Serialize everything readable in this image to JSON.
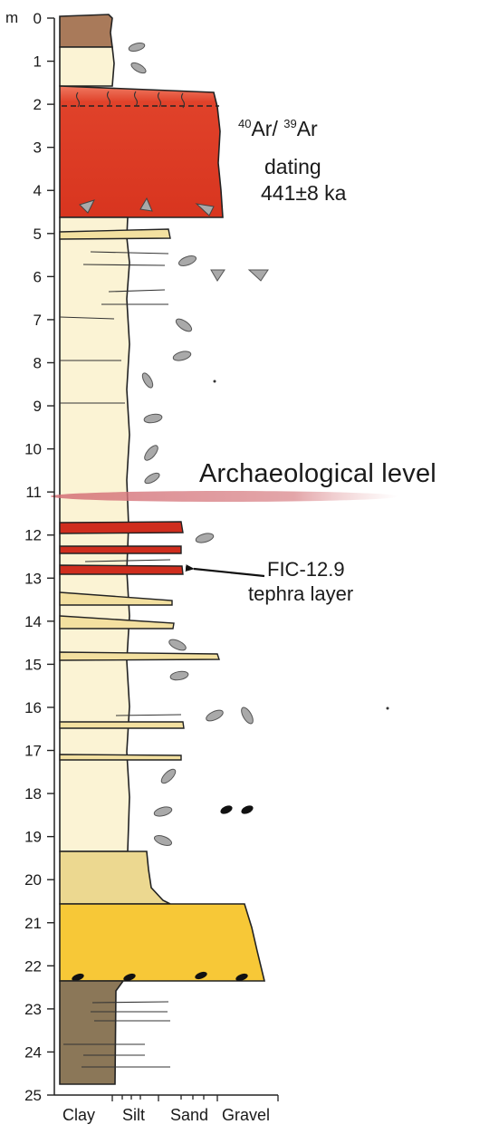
{
  "column": {
    "depth_unit": "m",
    "depth_ticks": [
      "0",
      "1",
      "2",
      "3",
      "4",
      "5",
      "6",
      "7",
      "8",
      "9",
      "10",
      "11",
      "12",
      "13",
      "14",
      "15",
      "16",
      "17",
      "18",
      "19",
      "20",
      "21",
      "22",
      "23",
      "24",
      "25"
    ],
    "grain_size_labels": [
      "Clay",
      "Silt",
      "Sand",
      "Gravel"
    ]
  },
  "annotations": {
    "ar_ar": {
      "sup1": "40",
      "text1": "Ar/ ",
      "sup2": "39",
      "text2": "Ar"
    },
    "dating": "dating",
    "age": "441±8 ka",
    "archaeological_level": "Archaeological level",
    "tephra_name": "FIC-12.9",
    "tephra_desc": "tephra layer"
  },
  "colors": {
    "topsoil": "#a97a5a",
    "tuff": "#dc3a22",
    "silt": "#fbf3d4",
    "sand_lens": "#f3e0a0",
    "clay_sand": "#ecd890",
    "gravel": "#f7c837",
    "basal_clay": "#8b7758",
    "tephra": "#cf2d1e",
    "archaeological_band": "#d9898e",
    "clast": "#a9a9a9",
    "bone": "#111111"
  }
}
